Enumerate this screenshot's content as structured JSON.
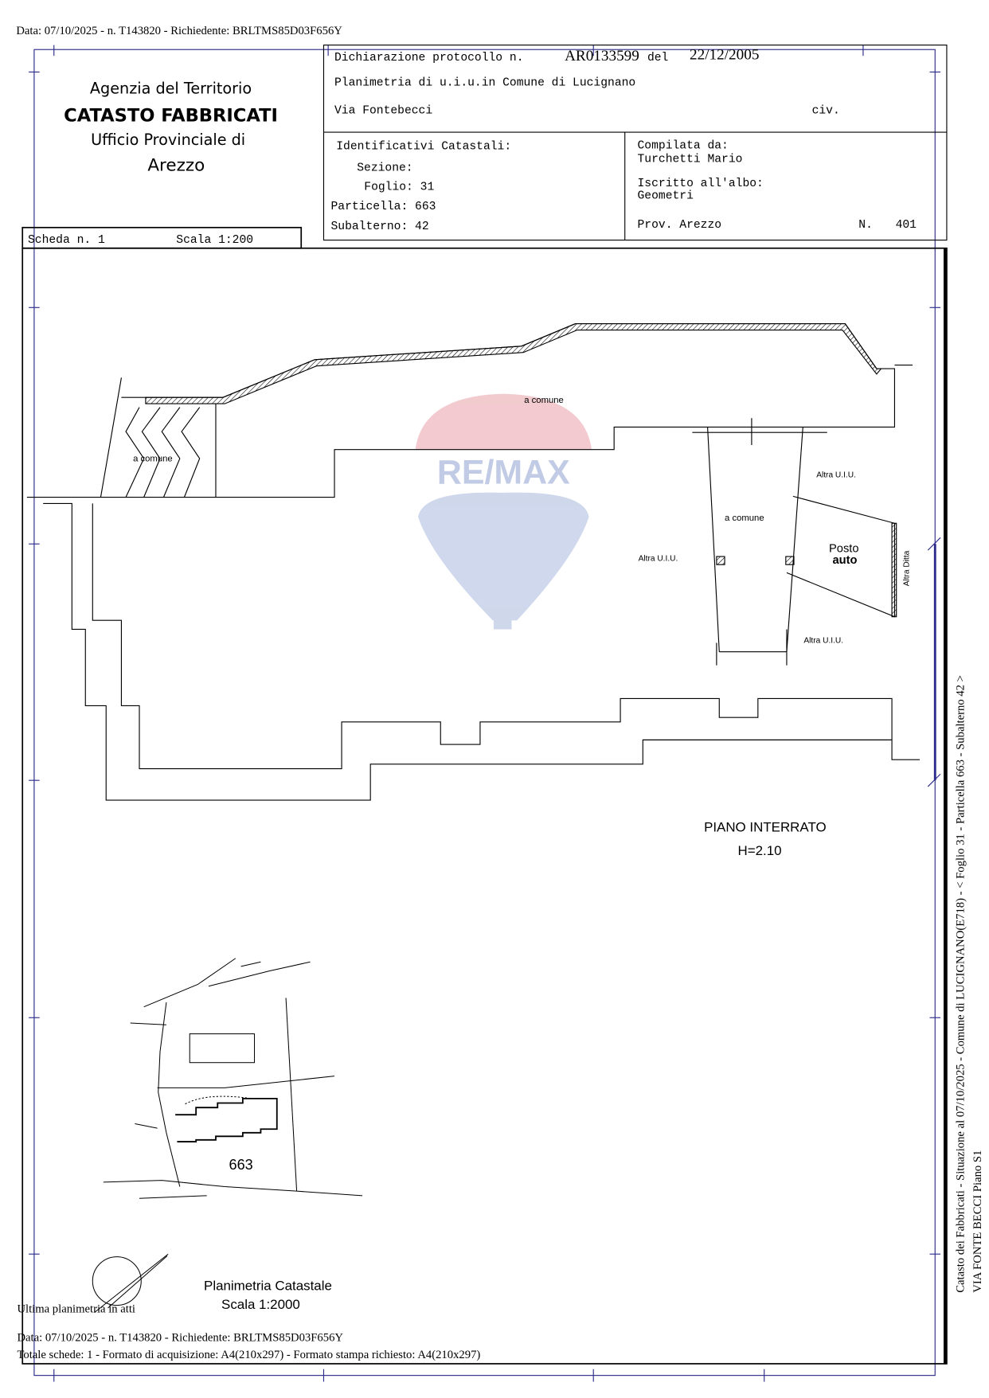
{
  "header_line": "Data: 07/10/2025 - n. T143820 - Richiedente: BRLTMS85D03F656Y",
  "agency": {
    "line1": "Agenzia del Territorio",
    "line2": "CATASTO FABBRICATI",
    "line3": "Ufficio Provinciale di",
    "line4": "Arezzo"
  },
  "declaration": {
    "label": "Dichiarazione protocollo n.",
    "number": "AR0133599",
    "del_label": "del",
    "date": "22/12/2005",
    "planimetria": "Planimetria di u.i.u.in Comune di Lucignano",
    "address": "Via Fontebecci",
    "civ_label": "civ."
  },
  "identifiers": {
    "title": "Identificativi Catastali:",
    "sezione": "Sezione:",
    "foglio": "Foglio: 31",
    "particella": "Particella: 663",
    "subalterno": "Subalterno: 42"
  },
  "compiler": {
    "label": "Compilata da:",
    "name": "Turchetti Mario",
    "albo_label": "Iscritto all'albo:",
    "albo": "Geometri",
    "prov": "Prov. Arezzo",
    "n_label": "N.",
    "n_value": "401"
  },
  "scheda": {
    "label": "Scheda n. 1",
    "scale": "Scala 1:200"
  },
  "plan_labels": {
    "common_top": "a comune",
    "common_left": "a comune",
    "common_corridor": "a comune",
    "altra_1": "Altra U.I.U.",
    "altra_2": "Altra U.I.U.",
    "altra_3": "Altra U.I.U.",
    "posto": "Posto",
    "auto": "auto",
    "altra_ditta": "Altra Ditta",
    "floor_name": "PIANO INTERRATO",
    "height": "H=2.10"
  },
  "site_map": {
    "parcel": "663",
    "title": "Planimetria Catastale",
    "scale": "Scala 1:2000"
  },
  "watermark": {
    "brand": "RE/MAX",
    "colors": {
      "red": "#e8a0a8",
      "blue": "#a8b8dc"
    }
  },
  "footer": {
    "ultima": "Ultima planimetria in atti",
    "line1": "Data: 07/10/2025 - n. T143820 - Richiedente: BRLTMS85D03F656Y",
    "line2": "Totale schede: 1 - Formato di acquisizione: A4(210x297)  - Formato stampa richiesto: A4(210x297)"
  },
  "side_text": {
    "line1": "Catasto dei Fabbricati - Situazione al 07/10/2025 - Comune di LUCIGNANO(E718) - < Foglio 31 - Particella  663 - Subalterno 42 >",
    "line2": "VIA FONTE BECCI Piano S1"
  },
  "colors": {
    "frame_blue": "#2a2a8a",
    "ink": "#000000"
  }
}
